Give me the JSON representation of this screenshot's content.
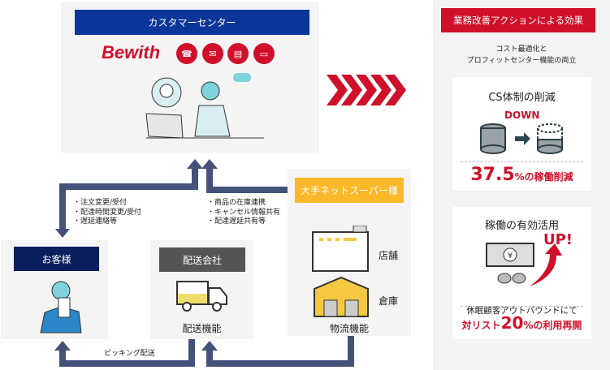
{
  "call_center": {
    "title": "カスタマーセンター",
    "logo": "Bewith",
    "icons": [
      "phone-icon",
      "mail-icon",
      "fax-icon",
      "chat-icon"
    ]
  },
  "customer": {
    "title": "お客様"
  },
  "delivery": {
    "title": "配送会社",
    "function": "配送機能"
  },
  "supermarket": {
    "title": "大手ネットスーパー様",
    "store": "店舗",
    "warehouse": "倉庫",
    "function": "物流機能"
  },
  "flows": {
    "to_customer": [
      "・注文変更/受付",
      "・配達時間変更/受付",
      "・遅延連絡等"
    ],
    "from_supermarket": [
      "・商品の在庫連携",
      "・キャンセル情報共有",
      "・配達遅延共有等"
    ],
    "picking": "ピッキング配送"
  },
  "effects": {
    "title": "業務改善アクションによる効果",
    "subtitle_1": "コスト最適化と",
    "subtitle_2": "プロフィットセンター機能の両立",
    "card1": {
      "title": "CS体制の削減",
      "badge": "DOWN",
      "value": "37.5",
      "suffix": "%の稼働削減"
    },
    "card2": {
      "title": "稼働の有効活用",
      "badge": "UP!",
      "line1": "休眠顧客アウトバウンドにて",
      "prefix": "対リスト",
      "value": "20",
      "suffix": "%の利用再開"
    }
  },
  "colors": {
    "navy": "#0b3699",
    "dark_navy": "#0b1f5e",
    "red": "#d0102a",
    "yellow": "#fbb829",
    "arrow": "#44527a"
  }
}
